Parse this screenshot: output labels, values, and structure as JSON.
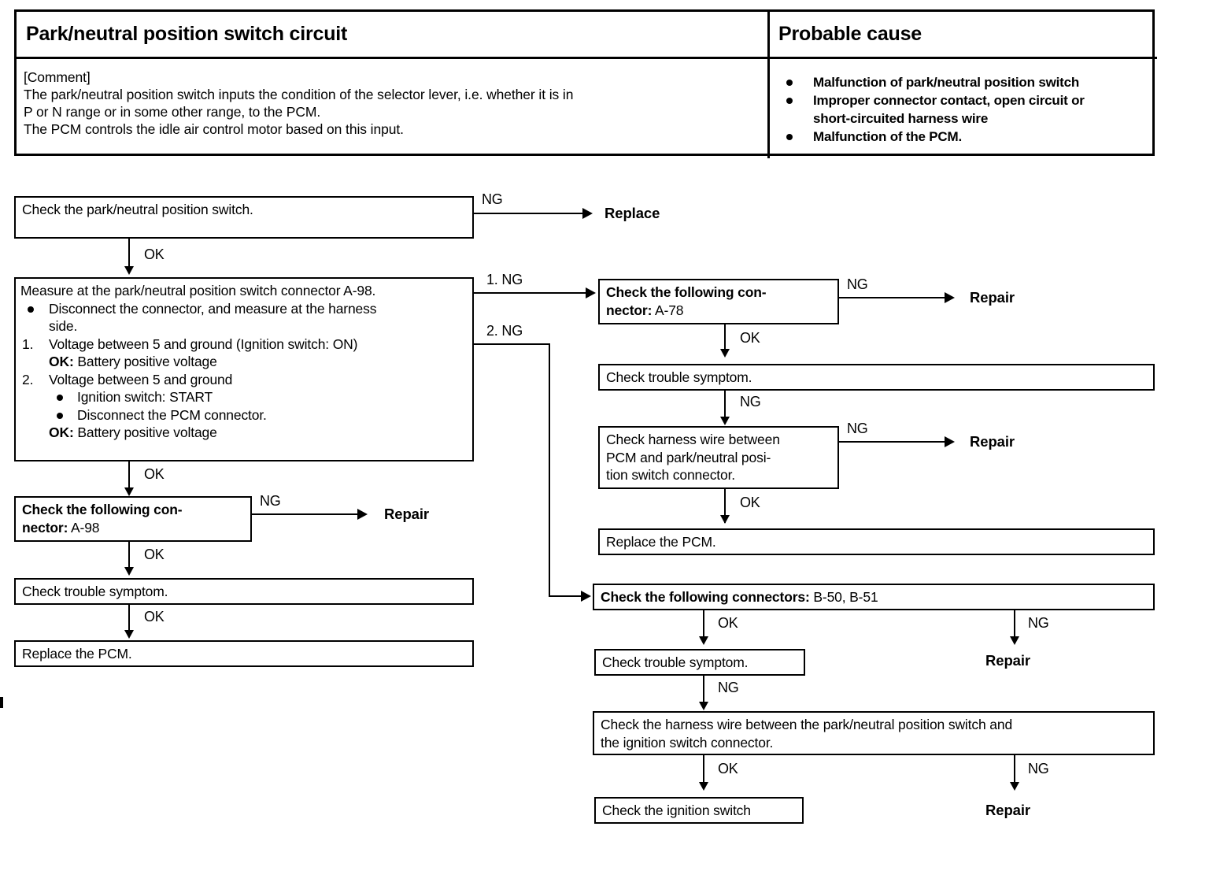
{
  "header": {
    "title_left": "Park/neutral position switch circuit",
    "title_right": "Probable cause",
    "comment_label": "[Comment]",
    "comment_lines": [
      "The park/neutral position switch inputs the condition of the selector lever, i.e. whether it is in",
      "P or N range or in some other range, to the PCM.",
      "The PCM controls the idle air control motor based on this input."
    ],
    "causes": [
      {
        "line1": "Malfunction of park/neutral position switch",
        "line2": ""
      },
      {
        "line1": "Improper connector contact, open circuit or",
        "line2": "short-circuited harness wire"
      },
      {
        "line1": "Malfunction of  the PCM.",
        "line2": ""
      }
    ]
  },
  "flow": {
    "check_switch": "Check the park/neutral position switch.",
    "measure": {
      "title": "Measure at the park/neutral position switch connector A-98.",
      "bullet1_l1": "Disconnect the connector, and measure at the harness",
      "bullet1_l2": "side.",
      "num1_marker": "1.",
      "num1_text": "Voltage between 5 and ground (Ignition switch: ON)",
      "num1_ok_label": "OK:",
      "num1_ok_value": "Battery positive voltage",
      "num2_marker": "2.",
      "num2_text": "Voltage between 5 and ground",
      "num2_b1": "Ignition switch: START",
      "num2_b2": "Disconnect the PCM connector.",
      "num2_ok_label": "OK:",
      "num2_ok_value": "Battery positive voltage"
    },
    "conn_a98_l1": "Check  the  following  con-",
    "conn_a98_l2_bold": "nector:",
    "conn_a98_l2_reg": " A-98",
    "left_trouble": "Check trouble symptom.",
    "left_replace_pcm": "Replace the PCM.",
    "conn_a78_l1": "Check  the  following  con-",
    "conn_a78_l2_bold": "nector:",
    "conn_a78_l2_reg": " A-78",
    "right_trouble_1": "Check trouble symptom.",
    "harness_pcm_l1": "Check harness wire between",
    "harness_pcm_l2": "PCM and park/neutral posi-",
    "harness_pcm_l3": "tion switch connector.",
    "right_replace_pcm": "Replace the PCM.",
    "conn_b_bold": "Check the following connectors:",
    "conn_b_reg": " B-50, B-51",
    "right_trouble_2": "Check trouble symptom.",
    "harness_ign_l1": "Check the harness wire between the park/neutral position switch and",
    "harness_ign_l2": "the ignition switch connector.",
    "check_ign": "Check the ignition switch"
  },
  "terminals": {
    "replace": "Replace",
    "repair_a78": "Repair",
    "repair_a98": "Repair",
    "repair_harness_pcm": "Repair",
    "repair_b": "Repair",
    "repair_ign": "Repair"
  },
  "labels": {
    "ng_top": "NG",
    "ok_1": "OK",
    "ng_branch_1": "1. NG",
    "ng_branch_2": "2. NG",
    "ok_2": "OK",
    "ng_a98": "NG",
    "ok_3": "OK",
    "ok_4": "OK",
    "ng_a78": "NG",
    "ok_a78": "OK",
    "ng_trouble_1": "NG",
    "ng_harness_pcm": "NG",
    "ok_harness_pcm": "OK",
    "ok_b": "OK",
    "ng_b": "NG",
    "ng_trouble_2": "NG",
    "ok_harness_ign": "OK",
    "ng_harness_ign": "NG"
  },
  "colors": {
    "ink": "#000000",
    "paper": "#ffffff"
  }
}
